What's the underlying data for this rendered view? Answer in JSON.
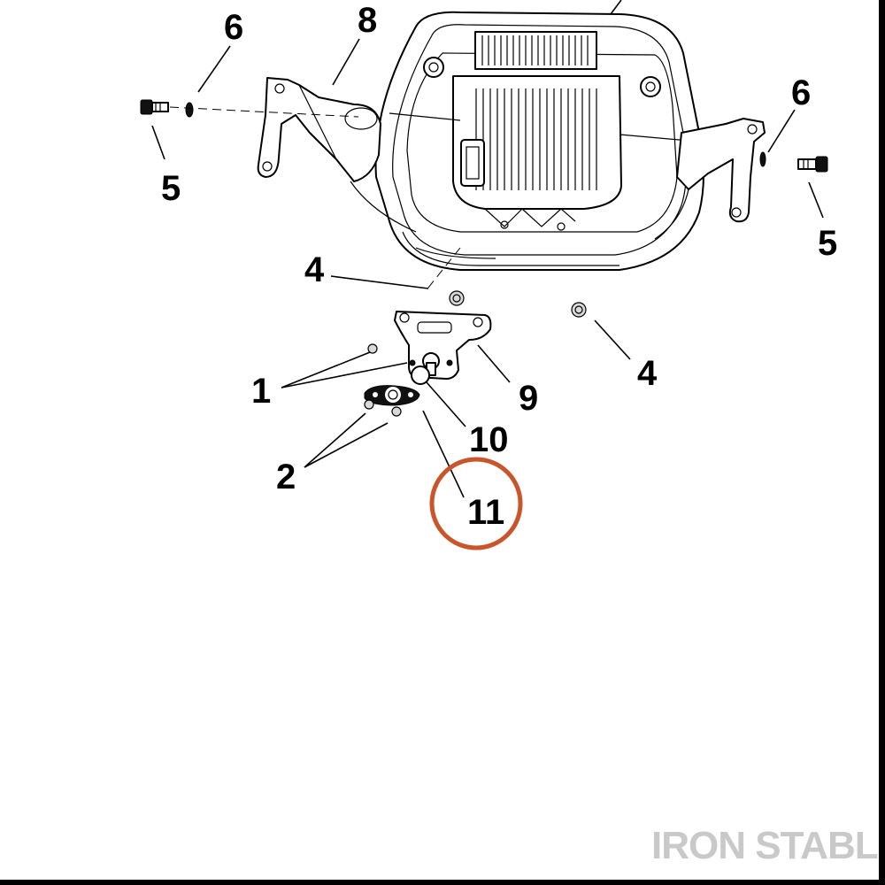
{
  "diagram": {
    "callouts": {
      "c1": "1",
      "c2": "2",
      "c4_left": "4",
      "c4_right": "4",
      "c5_left": "5",
      "c5_right": "5",
      "c6_left": "6",
      "c6_right": "6",
      "c8": "8",
      "c9": "9",
      "c10": "10",
      "c11": "11"
    },
    "highlight": {
      "target": "11",
      "color": "#c9552b"
    },
    "watermark": "IRON STABLE"
  }
}
